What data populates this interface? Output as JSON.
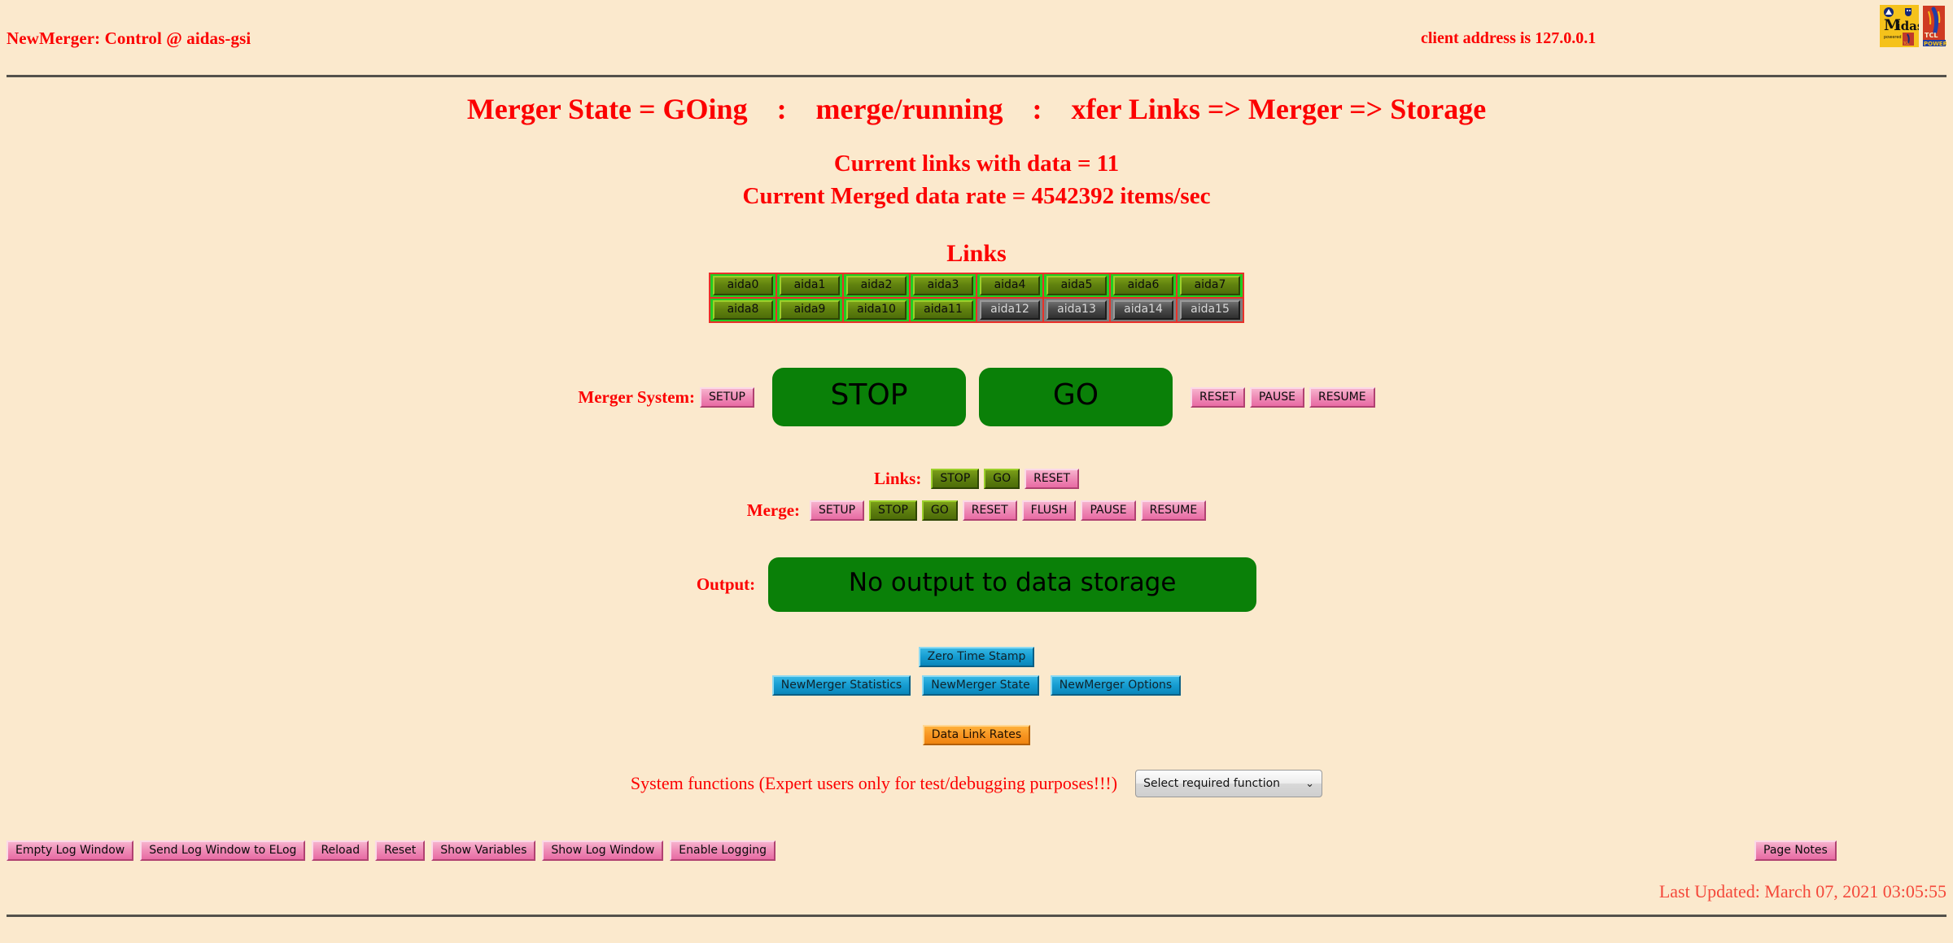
{
  "header": {
    "title": "NewMerger: Control @ aidas-gsi",
    "client_address": "client address is 127.0.0.1",
    "logo_midas_alt": "midas-logo",
    "logo_tcl_alt": "tcl-powered-logo"
  },
  "status": {
    "merger_state_line": "Merger State = GOing    :    merge/running    :    xfer Links => Merger => Storage",
    "links_with_data": "Current links with data = 11",
    "merged_rate": "Current Merged data rate = 4542392 items/sec"
  },
  "links": {
    "heading": "Links",
    "rows": [
      [
        {
          "label": "aida0",
          "state": "on"
        },
        {
          "label": "aida1",
          "state": "on"
        },
        {
          "label": "aida2",
          "state": "on"
        },
        {
          "label": "aida3",
          "state": "on"
        },
        {
          "label": "aida4",
          "state": "on"
        },
        {
          "label": "aida5",
          "state": "on"
        },
        {
          "label": "aida6",
          "state": "on"
        },
        {
          "label": "aida7",
          "state": "on"
        }
      ],
      [
        {
          "label": "aida8",
          "state": "on"
        },
        {
          "label": "aida9",
          "state": "on"
        },
        {
          "label": "aida10",
          "state": "on"
        },
        {
          "label": "aida11",
          "state": "on"
        },
        {
          "label": "aida12",
          "state": "off"
        },
        {
          "label": "aida13",
          "state": "off"
        },
        {
          "label": "aida14",
          "state": "off"
        },
        {
          "label": "aida15",
          "state": "off"
        }
      ]
    ]
  },
  "merger_system": {
    "label": "Merger System:",
    "setup": "SETUP",
    "stop": "STOP",
    "go": "GO",
    "reset": "RESET",
    "pause": "PAUSE",
    "resume": "RESUME"
  },
  "links_control": {
    "label": "Links:",
    "stop": "STOP",
    "go": "GO",
    "reset": "RESET"
  },
  "merge_control": {
    "label": "Merge:",
    "setup": "SETUP",
    "stop": "STOP",
    "go": "GO",
    "reset": "RESET",
    "flush": "FLUSH",
    "pause": "PAUSE",
    "resume": "RESUME"
  },
  "output": {
    "label": "Output:",
    "status": "No output to data storage"
  },
  "nav_buttons": {
    "zero_time_stamp": "Zero Time Stamp",
    "newmerger_statistics": "NewMerger Statistics",
    "newmerger_state": "NewMerger State",
    "newmerger_options": "NewMerger Options",
    "data_link_rates": "Data Link Rates"
  },
  "system_functions": {
    "label": "System functions (Expert users only for test/debugging purposes!!!)",
    "select_value": "Select required function",
    "caret": "⌄"
  },
  "bottom_bar": {
    "buttons": [
      "Empty Log Window",
      "Send Log Window to ELog",
      "Reload",
      "Reset",
      "Show Variables",
      "Show Log Window",
      "Enable Logging"
    ],
    "page_notes": "Page Notes",
    "last_updated": "Last Updated: March 07, 2021 03:05:55"
  },
  "colors": {
    "background": "#fbe9cd",
    "red_text": "#fc0000",
    "green_button": "#0a8008",
    "pink_button": "#ee8bb6",
    "cyan_button": "#159cd1",
    "orange_button": "#f79522",
    "link_cell_border": "#e8312a",
    "link_on": "#22cc22",
    "link_off": "#7d7d7d",
    "rule": "#53514b"
  }
}
